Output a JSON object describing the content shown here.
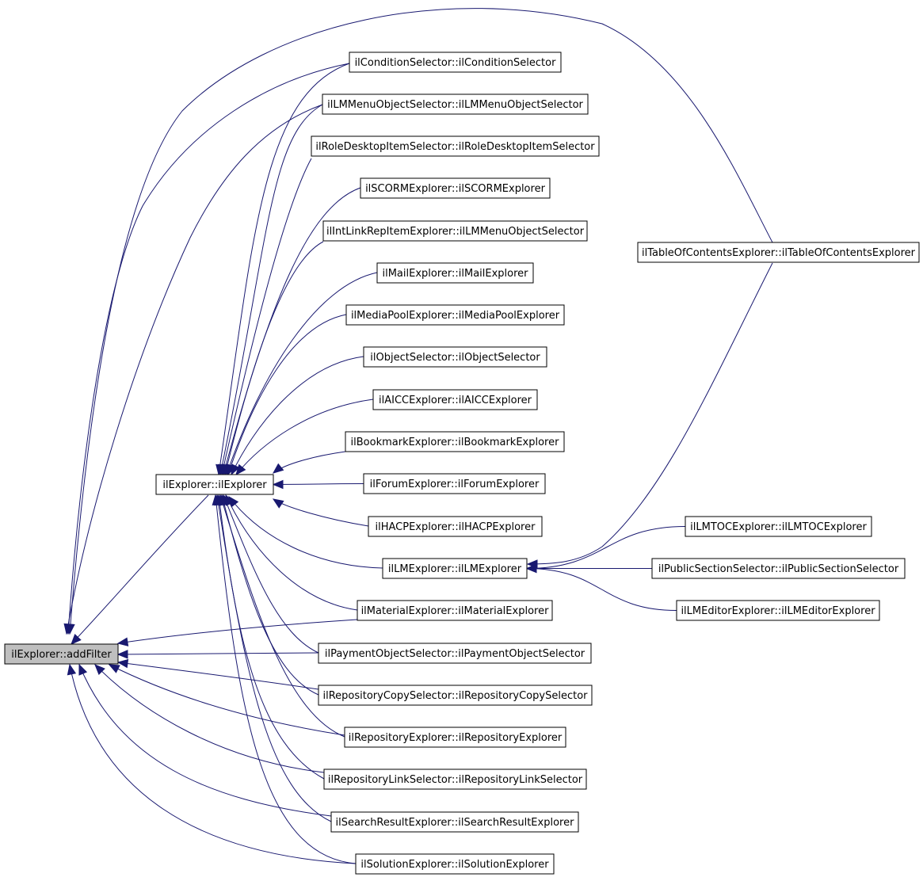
{
  "colors": {
    "edge": "#191970",
    "node_border": "#000000",
    "root_fill": "#bfbfbf",
    "node_fill": "#ffffff"
  },
  "nodes": {
    "addFilter": "ilExplorer::addFilter",
    "explorer": "ilExplorer::ilExplorer",
    "conditionSelector": "ilConditionSelector::ilConditionSelector",
    "lmMenuObjectSelector": "ilLMMenuObjectSelector::ilLMMenuObjectSelector",
    "roleDesktopItemSelector": "ilRoleDesktopItemSelector::ilRoleDesktopItemSelector",
    "scormExplorer": "ilSCORMExplorer::ilSCORMExplorer",
    "intLinkRepItemExplorer": "ilIntLinkRepItemExplorer::ilLMMenuObjectSelector",
    "mailExplorer": "ilMailExplorer::ilMailExplorer",
    "mediaPoolExplorer": "ilMediaPoolExplorer::ilMediaPoolExplorer",
    "objectSelector": "ilObjectSelector::ilObjectSelector",
    "aiccExplorer": "ilAICCExplorer::ilAICCExplorer",
    "bookmarkExplorer": "ilBookmarkExplorer::ilBookmarkExplorer",
    "forumExplorer": "ilForumExplorer::ilForumExplorer",
    "hacpExplorer": "ilHACPExplorer::ilHACPExplorer",
    "lmExplorer": "ilLMExplorer::ilLMExplorer",
    "materialExplorer": "ilMaterialExplorer::ilMaterialExplorer",
    "paymentObjectSelector": "ilPaymentObjectSelector::ilPaymentObjectSelector",
    "repositoryCopySelector": "ilRepositoryCopySelector::ilRepositoryCopySelector",
    "repositoryExplorer": "ilRepositoryExplorer::ilRepositoryExplorer",
    "repositoryLinkSelector": "ilRepositoryLinkSelector::ilRepositoryLinkSelector",
    "searchResultExplorer": "ilSearchResultExplorer::ilSearchResultExplorer",
    "solutionExplorer": "ilSolutionExplorer::ilSolutionExplorer",
    "tableOfContentsExplorer": "ilTableOfContentsExplorer::ilTableOfContentsExplorer",
    "lmTocExplorer": "ilLMTOCExplorer::ilLMTOCExplorer",
    "publicSectionSelector": "ilPublicSectionSelector::ilPublicSectionSelector",
    "lmEditorExplorer": "ilLMEditorExplorer::ilLMEditorExplorer"
  },
  "edges": [
    [
      "conditionSelector",
      "addFilter"
    ],
    [
      "lmMenuObjectSelector",
      "addFilter"
    ],
    [
      "tableOfContentsExplorer",
      "addFilter"
    ],
    [
      "explorer",
      "addFilter"
    ],
    [
      "materialExplorer",
      "addFilter"
    ],
    [
      "paymentObjectSelector",
      "addFilter"
    ],
    [
      "repositoryCopySelector",
      "addFilter"
    ],
    [
      "repositoryExplorer",
      "addFilter"
    ],
    [
      "repositoryLinkSelector",
      "addFilter"
    ],
    [
      "searchResultExplorer",
      "addFilter"
    ],
    [
      "solutionExplorer",
      "addFilter"
    ],
    [
      "conditionSelector",
      "explorer"
    ],
    [
      "lmMenuObjectSelector",
      "explorer"
    ],
    [
      "roleDesktopItemSelector",
      "explorer"
    ],
    [
      "scormExplorer",
      "explorer"
    ],
    [
      "intLinkRepItemExplorer",
      "explorer"
    ],
    [
      "mailExplorer",
      "explorer"
    ],
    [
      "mediaPoolExplorer",
      "explorer"
    ],
    [
      "objectSelector",
      "explorer"
    ],
    [
      "aiccExplorer",
      "explorer"
    ],
    [
      "bookmarkExplorer",
      "explorer"
    ],
    [
      "forumExplorer",
      "explorer"
    ],
    [
      "hacpExplorer",
      "explorer"
    ],
    [
      "lmExplorer",
      "explorer"
    ],
    [
      "materialExplorer",
      "explorer"
    ],
    [
      "paymentObjectSelector",
      "explorer"
    ],
    [
      "repositoryCopySelector",
      "explorer"
    ],
    [
      "repositoryExplorer",
      "explorer"
    ],
    [
      "repositoryLinkSelector",
      "explorer"
    ],
    [
      "searchResultExplorer",
      "explorer"
    ],
    [
      "solutionExplorer",
      "explorer"
    ],
    [
      "tableOfContentsExplorer",
      "lmExplorer"
    ],
    [
      "lmTocExplorer",
      "lmExplorer"
    ],
    [
      "publicSectionSelector",
      "lmExplorer"
    ],
    [
      "lmEditorExplorer",
      "lmExplorer"
    ]
  ]
}
